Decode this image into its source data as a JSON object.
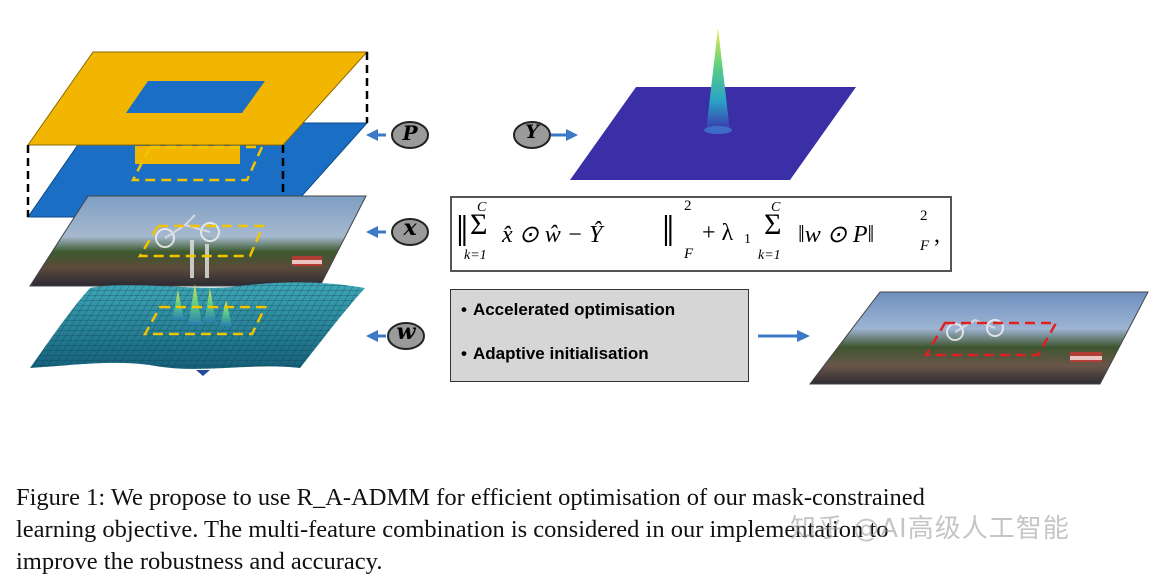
{
  "labels": {
    "P": "P",
    "Y": "Y",
    "X": "x",
    "W": "w"
  },
  "formula": {
    "sum_top": "C",
    "sum_bottom": "k=1",
    "term1": "x̂ ⊙ ŵ − Ŷ",
    "power": "2",
    "subscript": "F",
    "lambda": "+ λ",
    "lambda_sub": "1",
    "term2": "‖w ⊙ P‖",
    "comma": ","
  },
  "bullets": [
    "Accelerated optimisation",
    "Adaptive initialisation"
  ],
  "caption": {
    "line1": "Figure 1: We propose to use R_A-ADMM for efficient optimisation of our mask-constrained",
    "line2": "learning objective.  The multi-feature combination is considered in our implementation to",
    "line3": "improve the robustness and accuracy."
  },
  "watermark": "知乎 @AI高级人工智能",
  "colors": {
    "mask_yellow": "#f2b600",
    "mask_blue": "#1a6fc4",
    "response_blue": "#3b2fa8",
    "arrow": "#3b78c8",
    "circle_gray": "#9a9a9a",
    "box_gray": "#d6d6d6",
    "dashed_yellow": "#f2c400",
    "dashed_red": "#e02020"
  }
}
